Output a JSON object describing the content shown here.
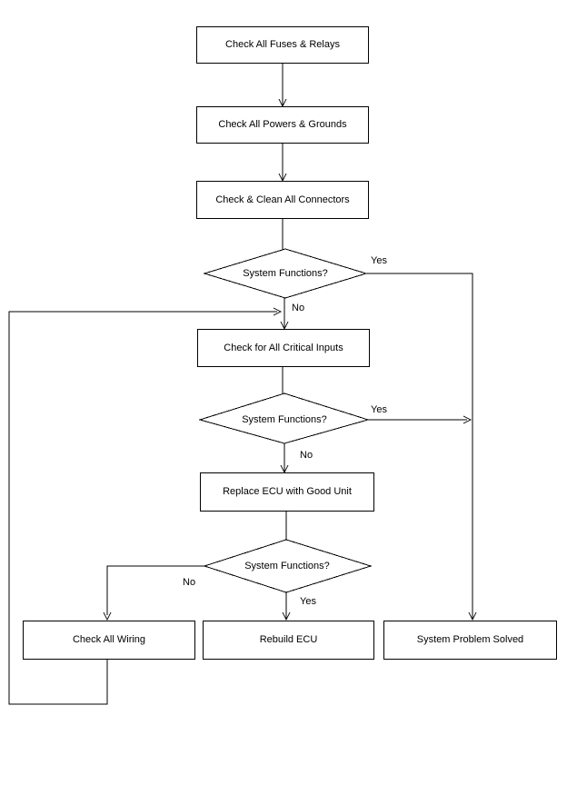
{
  "flow": {
    "colors": {
      "line": "#000000",
      "node_fill": "#ffffff",
      "text": "#000000",
      "background": "#ffffff"
    },
    "nodes": [
      {
        "id": "check-fuses-relays",
        "type": "process",
        "label": "Check All Fuses & Relays"
      },
      {
        "id": "check-powers-grounds",
        "type": "process",
        "label": "Check All Powers & Grounds"
      },
      {
        "id": "check-clean-connectors",
        "type": "process",
        "label": "Check & Clean All Connectors"
      },
      {
        "id": "system-functions-1",
        "type": "decision",
        "label": "System Functions?"
      },
      {
        "id": "check-critical-inputs",
        "type": "process",
        "label": "Check for All Critical Inputs"
      },
      {
        "id": "system-functions-2",
        "type": "decision",
        "label": "System Functions?"
      },
      {
        "id": "replace-ecu",
        "type": "process",
        "label": "Replace ECU with Good Unit"
      },
      {
        "id": "system-functions-3",
        "type": "decision",
        "label": "System Functions?"
      },
      {
        "id": "check-all-wiring",
        "type": "process",
        "label": "Check All Wiring"
      },
      {
        "id": "rebuild-ecu",
        "type": "process",
        "label": "Rebuild ECU"
      },
      {
        "id": "system-problem-solved",
        "type": "process",
        "label": "System Problem Solved"
      }
    ],
    "edge_labels": {
      "d1_yes": "Yes",
      "d1_no": "No",
      "d2_yes": "Yes",
      "d2_no": "No",
      "d3_yes": "Yes",
      "d3_no": "No"
    }
  }
}
